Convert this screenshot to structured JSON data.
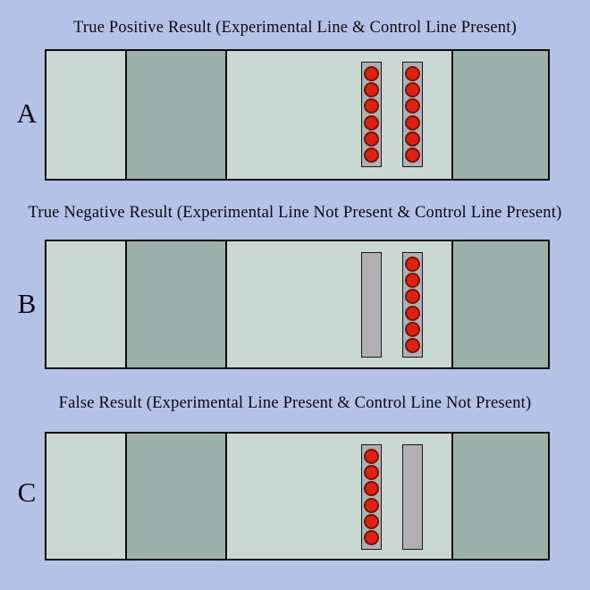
{
  "page_background": "#b4c2e7",
  "colors": {
    "page_background": "#b4c2e7",
    "strip_light": "#c9d8d3",
    "strip_dark": "#9db1ac",
    "bar_gray": "#b2afb2",
    "dot_red": "#dd2113",
    "dot_outline": "#74150a",
    "border_black": "#0b0b0d",
    "text_color": "#0a0a10"
  },
  "panels": [
    {
      "label": "A",
      "title": "True Positive Result (Experimental Line  & Control Line Present)",
      "experimental_line": {
        "present": true,
        "dots": 6
      },
      "control_line": {
        "present": true,
        "dots": 6
      }
    },
    {
      "label": "B",
      "title": "True Negative Result (Experimental Line Not Present & Control Line Present)",
      "experimental_line": {
        "present": false,
        "dots": 0
      },
      "control_line": {
        "present": true,
        "dots": 6
      }
    },
    {
      "label": "C",
      "title": "False Result (Experimental Line Present & Control Line Not Present)",
      "experimental_line": {
        "present": true,
        "dots": 6
      },
      "control_line": {
        "present": false,
        "dots": 0
      }
    }
  ]
}
